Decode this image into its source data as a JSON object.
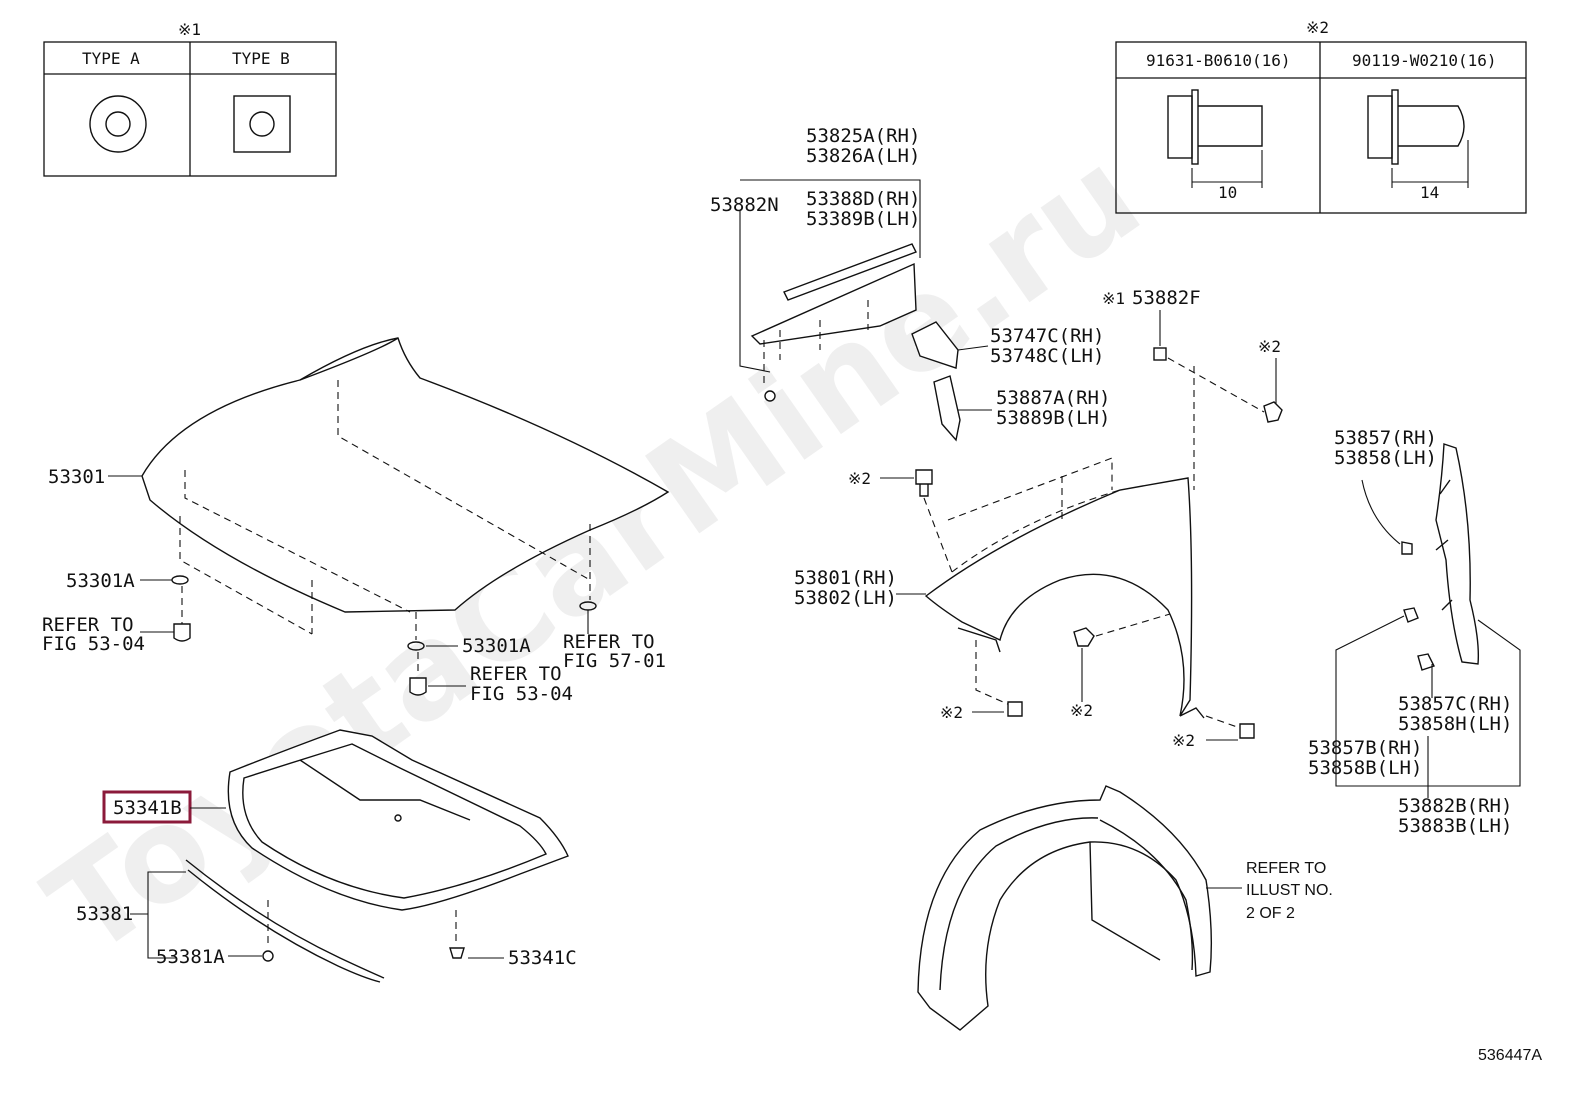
{
  "legend_left": {
    "note_mark": "※1",
    "col_a": "TYPE A",
    "col_b": "TYPE B"
  },
  "legend_right": {
    "note_mark": "※2",
    "col_a": "91631-B0610(16)",
    "col_b": "90119-W0210(16)",
    "dim_a": "10",
    "dim_b": "14"
  },
  "labels": {
    "p53301": "53301",
    "p53301A_left": "53301A",
    "p53301A_mid": "53301A",
    "refer_left_1": "REFER TO",
    "refer_left_2": "FIG 53-04",
    "refer_mid_1": "REFER TO",
    "refer_mid_2": "FIG 53-04",
    "refer_57_1": "REFER TO",
    "refer_57_2": "FIG 57-01",
    "p53341B": "53341B",
    "p53381": "53381",
    "p53381A": "53381A",
    "p53341C": "53341C",
    "p53825A": "53825A(RH)",
    "p53826A": "53826A(LH)",
    "p53882N": "53882N",
    "p53388D": "53388D(RH)",
    "p53389B": "53389B(LH)",
    "p53747C": "53747C(RH)",
    "p53748C": "53748C(LH)",
    "p53887A": "53887A(RH)",
    "p53889B": "53889B(LH)",
    "mark1_53882F": "※1",
    "p53882F": "53882F",
    "mark2_a": "※2",
    "mark2_b": "※2",
    "mark2_c": "※2",
    "mark2_d": "※2",
    "mark2_e": "※2",
    "p53801": "53801(RH)",
    "p53802": "53802(LH)",
    "p53857": "53857(RH)",
    "p53858": "53858(LH)",
    "p53857C": "53857C(RH)",
    "p53858H": "53858H(LH)",
    "p53857B": "53857B(RH)",
    "p53858B": "53858B(LH)",
    "p53882B": "53882B(RH)",
    "p53883B": "53883B(LH)",
    "refer_illust_1": "REFER TO",
    "refer_illust_2": "ILLUST NO.",
    "refer_illust_3": "2 OF 2",
    "figure_id": "536447A"
  },
  "watermark": "ToyotaCarMine.ru",
  "highlight_color": "#8b1a3a"
}
